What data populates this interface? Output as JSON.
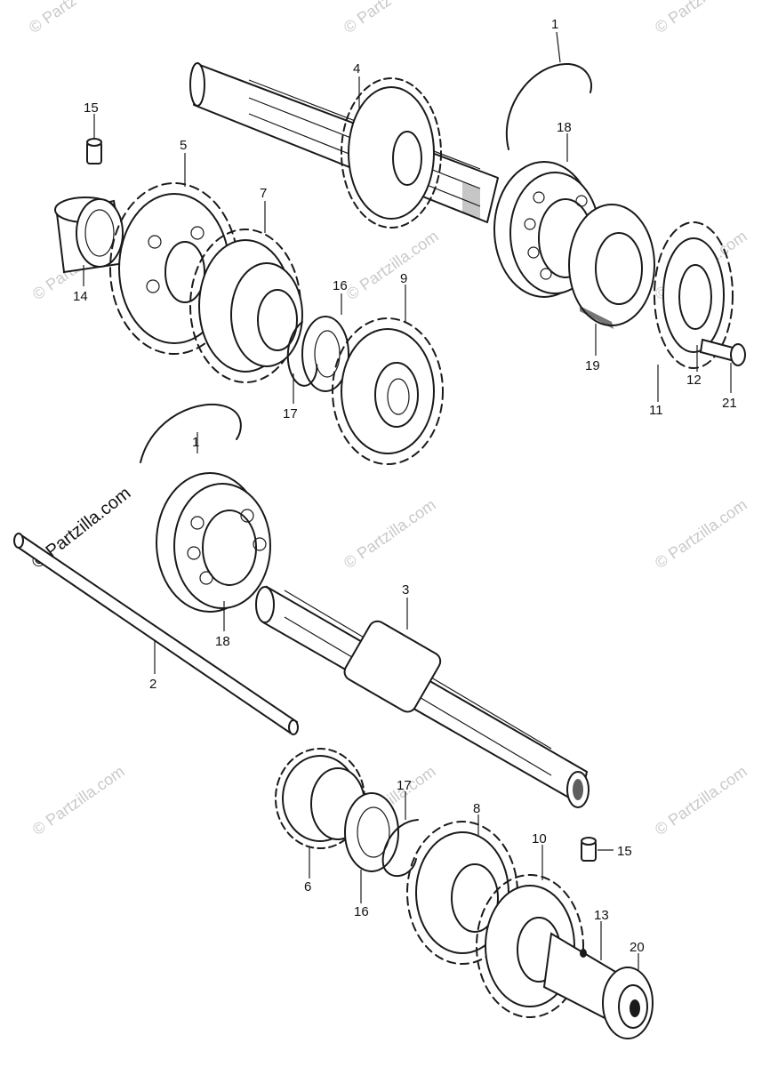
{
  "watermark": {
    "text": "© Partzilla.com",
    "short_text": "© Partz",
    "end_text": "© Partzil"
  },
  "callouts": {
    "c1_top": "1",
    "c1_mid": "1",
    "c2": "2",
    "c3": "3",
    "c4": "4",
    "c5": "5",
    "c6": "6",
    "c7": "7",
    "c8": "8",
    "c9": "9",
    "c10": "10",
    "c11": "11",
    "c12": "12",
    "c13": "13",
    "c14": "14",
    "c15_top": "15",
    "c15_bottom": "15",
    "c16_top": "16",
    "c16_bottom": "16",
    "c17_top": "17",
    "c17_bottom": "17",
    "c18_top": "18",
    "c18_bottom": "18",
    "c19": "19",
    "c20": "20",
    "c21": "21"
  },
  "colors": {
    "ink": "#1a1a1a",
    "watermark": "#c9c9c9"
  }
}
